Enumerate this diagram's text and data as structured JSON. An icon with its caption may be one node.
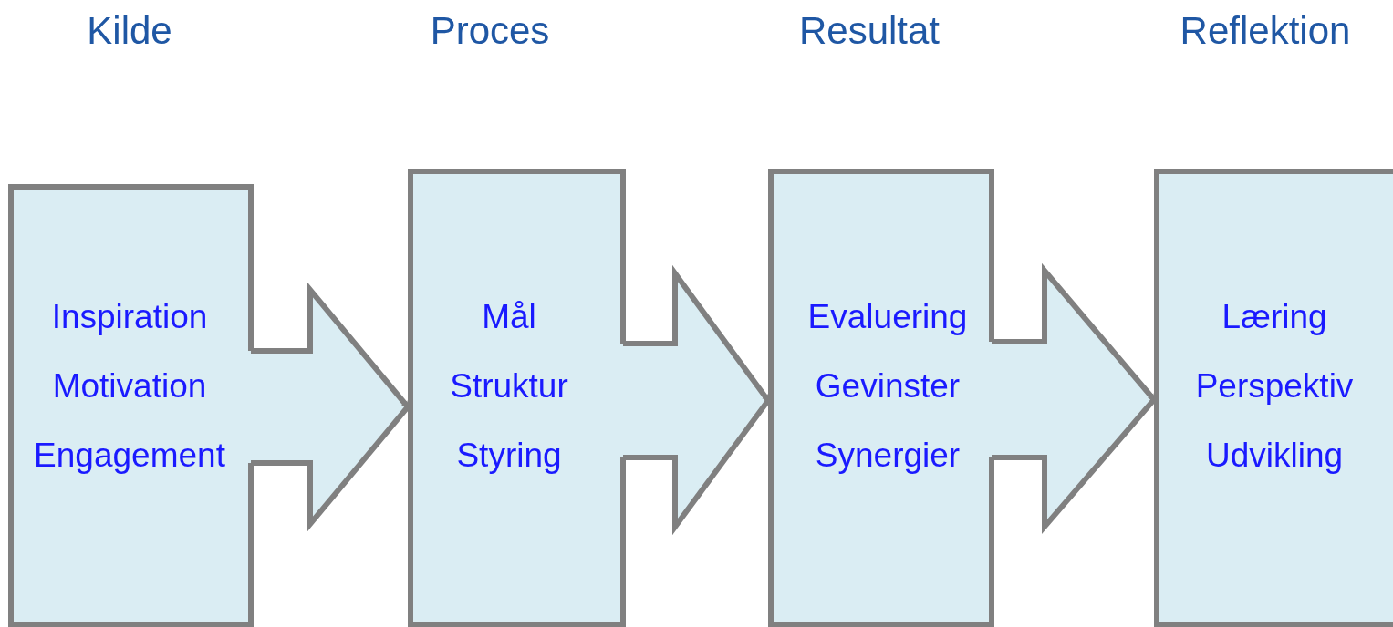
{
  "diagram": {
    "nodes": [
      {
        "text": [
          "Kilde",
          "Inspiration",
          "Motivation",
          "Engagement"
        ]
      },
      {
        "text": [
          "Proces",
          "Mål",
          "Struktur",
          "Styring"
        ]
      },
      {
        "text": [
          "Resultat",
          "Evaluering",
          "Gevinster",
          "Synergier"
        ]
      },
      {
        "text": [
          "Reflektion",
          "Læring",
          "Perspektiv",
          "Udvikling"
        ]
      }
    ],
    "edges": [
      {
        "from": 0,
        "to": 1,
        "arrow": "to"
      },
      {
        "from": 1,
        "to": 2,
        "arrow": "to"
      },
      {
        "from": 2,
        "to": 3,
        "arrow": "to"
      }
    ]
  }
}
